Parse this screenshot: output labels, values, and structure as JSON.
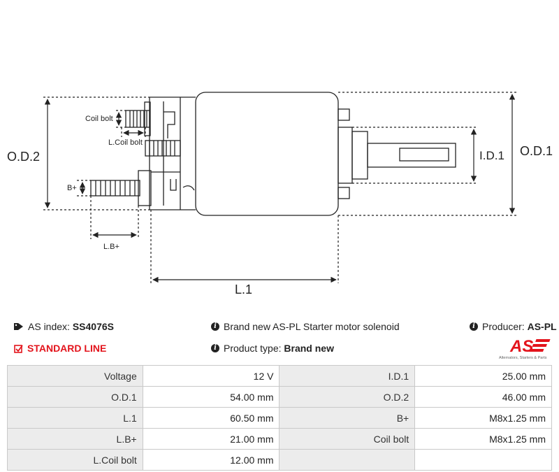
{
  "diagram": {
    "labels": {
      "coil_bolt": "Coil bolt",
      "l_coil_bolt": "L.Coil bolt",
      "b_plus": "B+",
      "l_b_plus": "L.B+",
      "od2": "O.D.2",
      "od1": "O.D.1",
      "id1": "I.D.1",
      "l1": "L.1"
    }
  },
  "info": {
    "as_index_label": "AS index:",
    "as_index_value": "SS4076S",
    "line": "STANDARD LINE",
    "description": "Brand new AS-PL Starter motor solenoid",
    "product_type_label": "Product type:",
    "product_type_value": "Brand new",
    "producer_label": "Producer:",
    "producer_value": "AS-PL",
    "logo_text": "AS",
    "logo_tagline": "Alternators, Starters & Parts",
    "colors": {
      "accent": "#e3141c"
    },
    "icons": [
      "tag-icon",
      "checkbox-icon",
      "info-icon"
    ]
  },
  "specs": [
    [
      {
        "k": "Voltage",
        "v": "12 V"
      },
      {
        "k": "I.D.1",
        "v": "25.00 mm"
      }
    ],
    [
      {
        "k": "O.D.1",
        "v": "54.00 mm"
      },
      {
        "k": "O.D.2",
        "v": "46.00 mm"
      }
    ],
    [
      {
        "k": "L.1",
        "v": "60.50 mm"
      },
      {
        "k": "B+",
        "v": "M8x1.25 mm"
      }
    ],
    [
      {
        "k": "L.B+",
        "v": "21.00 mm"
      },
      {
        "k": "Coil bolt",
        "v": "M8x1.25 mm"
      }
    ],
    [
      {
        "k": "L.Coil bolt",
        "v": "12.00 mm"
      },
      {
        "k": "",
        "v": ""
      }
    ]
  ]
}
